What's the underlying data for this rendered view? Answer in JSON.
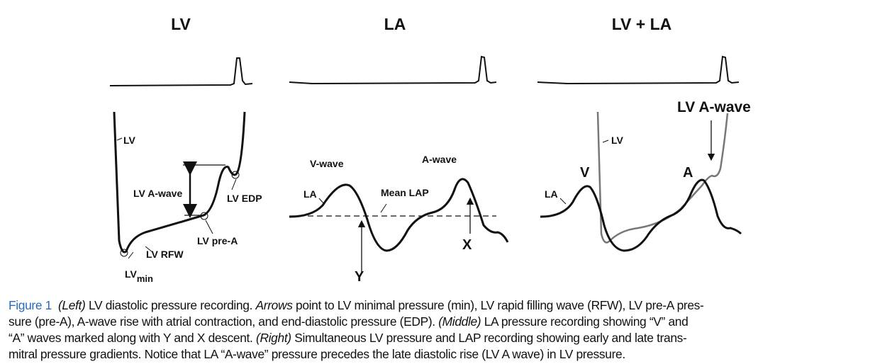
{
  "panels": {
    "left": {
      "title": "LV",
      "labels": {
        "lv": "LV",
        "a_wave": "LV A-wave",
        "edp": "LV EDP",
        "pre_a": "LV pre-A",
        "rfw": "LV RFW",
        "min_main": "LV",
        "min_sub": "min"
      }
    },
    "middle": {
      "title": "LA",
      "labels": {
        "v_wave": "V-wave",
        "a_wave": "A-wave",
        "la": "LA",
        "mean_lap": "Mean LAP",
        "y": "Y",
        "x": "X"
      }
    },
    "right": {
      "title": "LV + LA",
      "labels": {
        "lv": "LV",
        "la": "LA",
        "v": "V",
        "a": "A",
        "lv_a_wave": "LV A-wave"
      }
    }
  },
  "caption": {
    "label": "Figure 1",
    "accent_color": "#2a6bb8",
    "lines": [
      [
        [
          "i",
          "(Left)"
        ],
        [
          "n",
          " LV diastolic pressure recording. "
        ],
        [
          "i",
          "Arrows"
        ],
        [
          "n",
          " point to LV minimal pressure (min), LV rapid filling wave (RFW), LV pre-A pres-"
        ]
      ],
      [
        [
          "n",
          "sure (pre-A), A-wave rise with atrial contraction, and end-diastolic pressure (EDP). "
        ],
        [
          "i",
          "(Middle)"
        ],
        [
          "n",
          " LA pressure recording showing “V” and"
        ]
      ],
      [
        [
          "n",
          "“A” waves marked along with Y and X descent. "
        ],
        [
          "i",
          "(Right)"
        ],
        [
          "n",
          " Simultaneous LV pressure and LAP recording showing early and late trans-"
        ]
      ],
      [
        [
          "n",
          "mitral pressure gradients. Notice that LA “A-wave” pressure precedes the late diastolic rise (LV A wave) in LV pressure."
        ]
      ]
    ]
  }
}
